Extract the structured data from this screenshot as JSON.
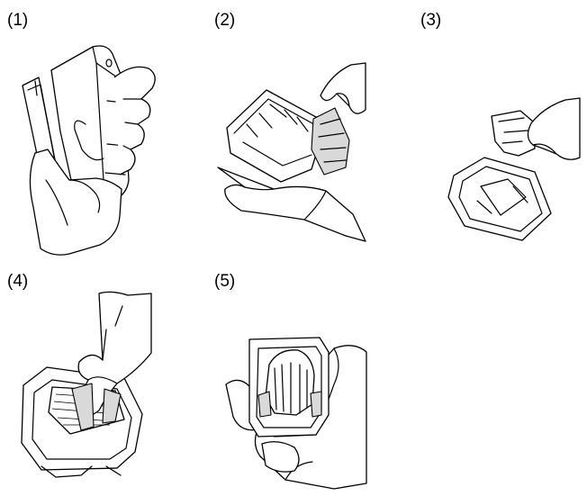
{
  "steps": [
    {
      "label": "(1)"
    },
    {
      "label": "(2)"
    },
    {
      "label": "(3)"
    },
    {
      "label": "(4)"
    },
    {
      "label": "(5)"
    }
  ]
}
